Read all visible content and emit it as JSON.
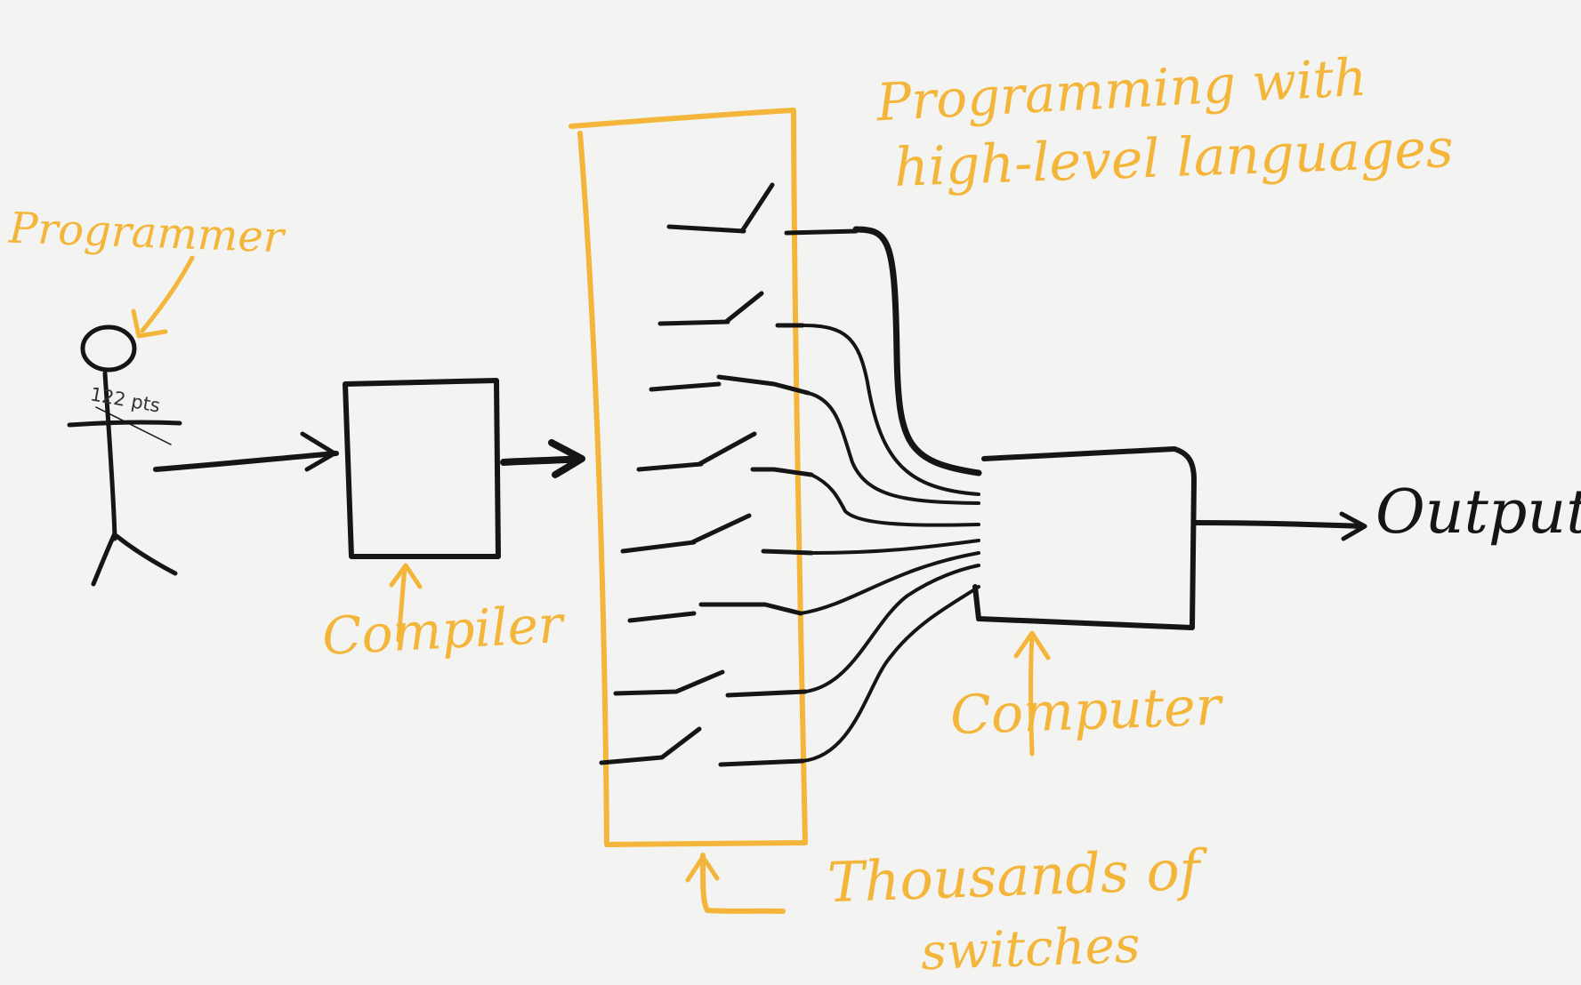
{
  "labels": {
    "title_line1": "Programming with",
    "title_line2": "high-level languages",
    "programmer": "Programmer",
    "compiler": "Compiler",
    "computer": "Computer",
    "thousands_line1": "Thousands of",
    "thousands_line2": "switches",
    "output": "Output",
    "measurement": "122 pts"
  },
  "colors": {
    "background": "#f3f3f1",
    "yellow_ink": "#f4b63a",
    "black_ink": "#151515"
  },
  "diagram": {
    "switch_count": 8
  }
}
